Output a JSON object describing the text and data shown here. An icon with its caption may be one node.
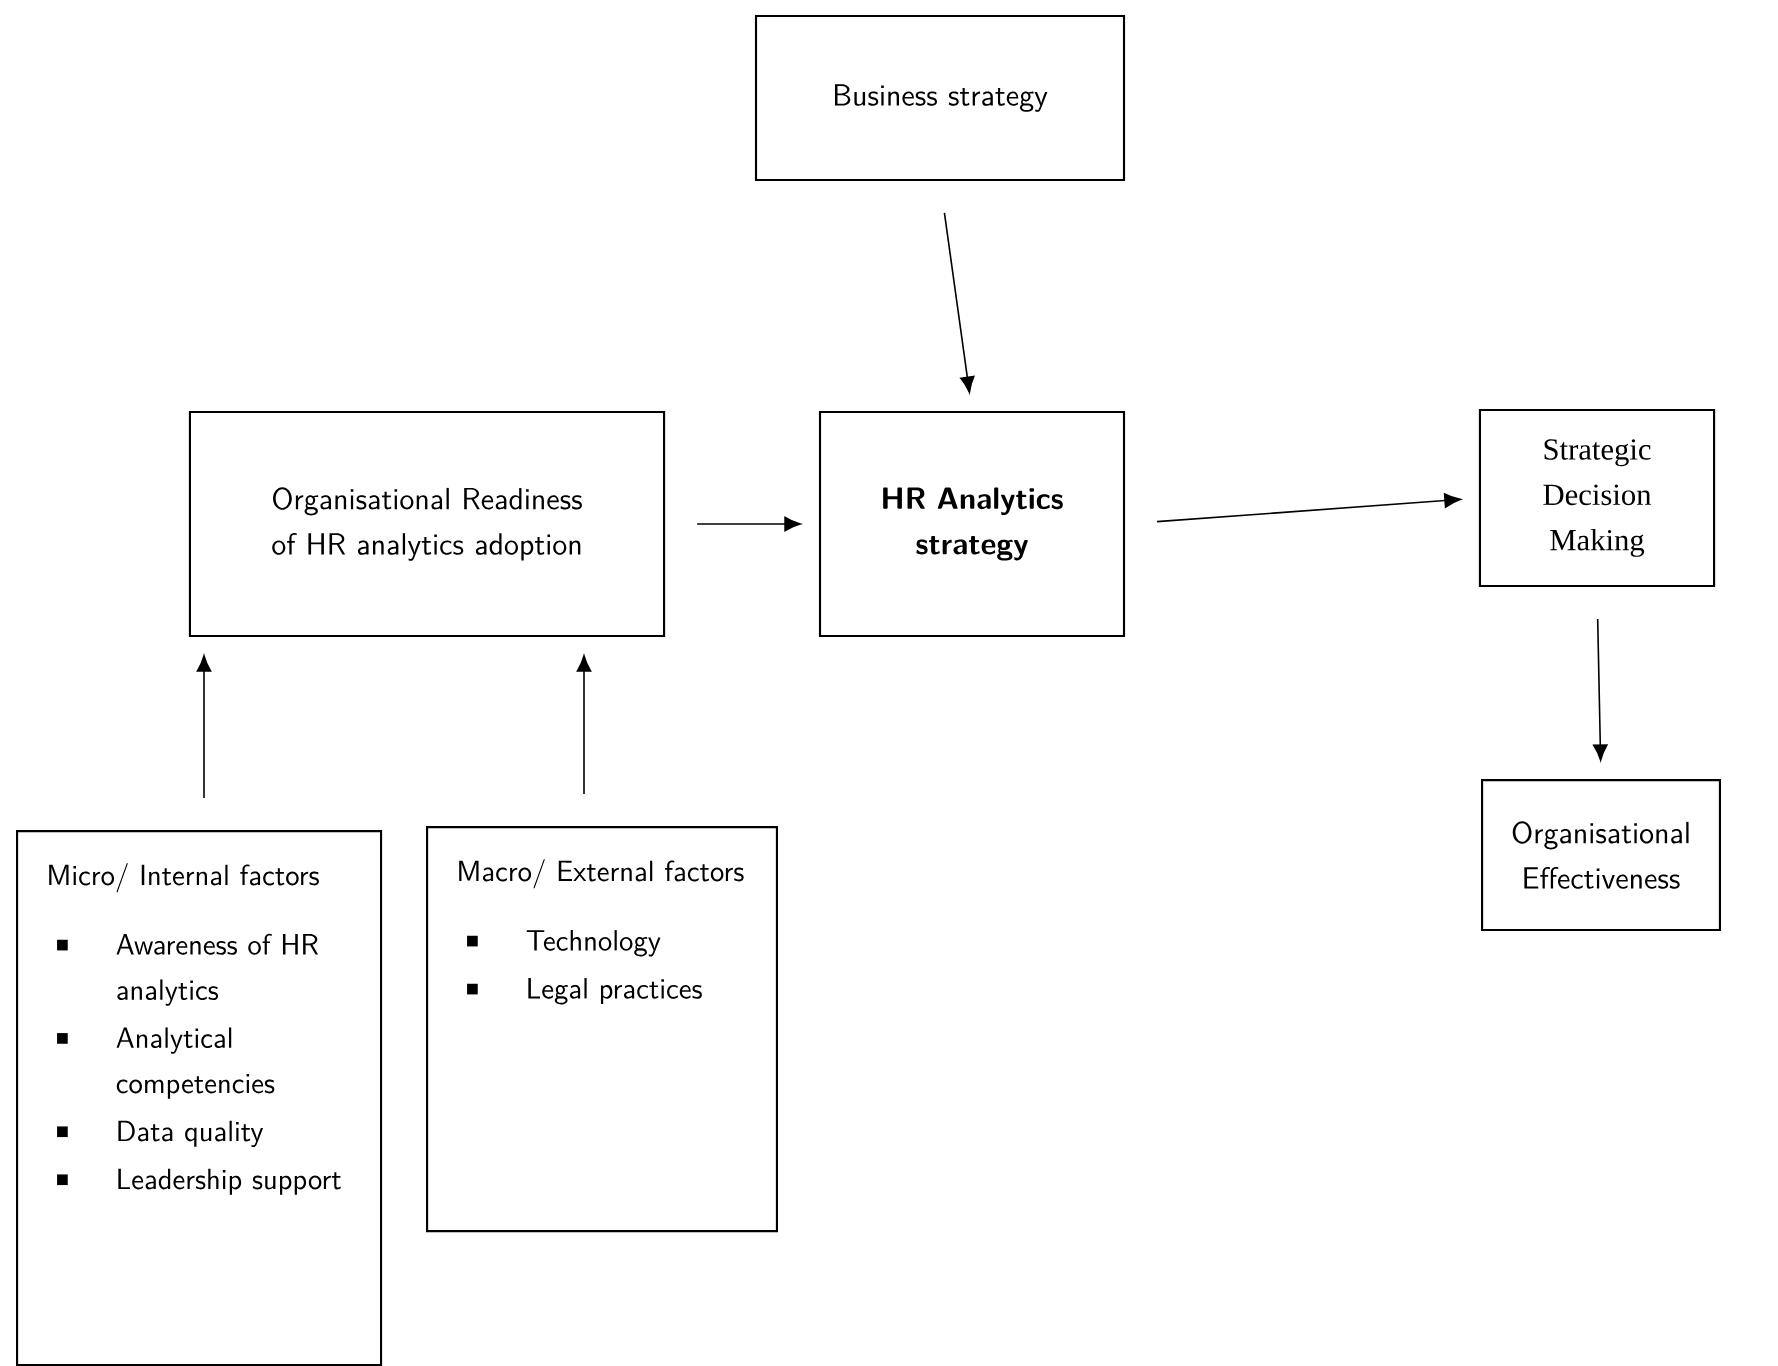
{
  "diagram": {
    "nodes": [
      {
        "text": [
          "Business strategy"
        ]
      },
      {
        "text": [
          "Organisational Readiness of HR analytics adoption"
        ]
      },
      {
        "text": [
          "HR Analytics strategy"
        ]
      },
      {
        "text": [
          "Strategic Decision Making"
        ]
      },
      {
        "text": [
          "Organisational Effectiveness"
        ]
      },
      {
        "text": [
          "Micro/ Internal factors",
          "Awareness of HR analytics",
          "Analytical competencies",
          "Data quality",
          "Leadership support"
        ]
      },
      {
        "text": [
          "Macro/ External factors",
          "Technology",
          "Legal practices"
        ]
      }
    ],
    "edges": [
      {
        "from": 0,
        "to": 2,
        "arrow": "to"
      },
      {
        "from": 1,
        "to": 2,
        "arrow": "to"
      },
      {
        "from": 2,
        "to": 3,
        "arrow": "to"
      },
      {
        "from": 3,
        "to": 4,
        "arrow": "to"
      },
      {
        "from": 5,
        "to": 1,
        "arrow": "to"
      },
      {
        "from": 6,
        "to": 1,
        "arrow": "to"
      }
    ]
  }
}
